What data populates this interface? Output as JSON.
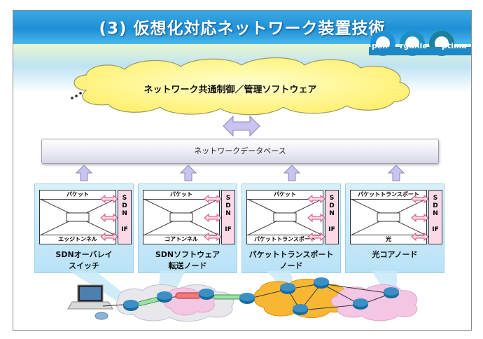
{
  "slide": {
    "title": "(3) 仮想化対応ネットワーク装置技術",
    "logo": {
      "text_1": "pen",
      "text_2": "rganic",
      "text_3": "ptima"
    }
  },
  "cloud": {
    "label": "ネットワーク共通制御／管理ソフトウェア"
  },
  "database": {
    "label": "ネットワークデータベース"
  },
  "nodes": [
    {
      "top_label": "パケット",
      "bottom_label": "エッジトンネル",
      "sdn": [
        "S",
        "D",
        "N",
        "IF"
      ],
      "label_line1": "SDNオーバレイ",
      "label_line2": "スイッチ"
    },
    {
      "top_label": "パケット",
      "bottom_label": "コアトンネル",
      "sdn": [
        "S",
        "D",
        "N",
        "IF"
      ],
      "label_line1": "SDNソフトウェア",
      "label_line2": "転送ノード"
    },
    {
      "top_label": "パケット",
      "bottom_label": "パケットトランスポート",
      "sdn": [
        "S",
        "D",
        "N",
        "IF"
      ],
      "label_line1": "パケットトランスポート",
      "label_line2": "ノード"
    },
    {
      "top_label": "パケットトランスポート",
      "bottom_label": "光",
      "sdn": [
        "S",
        "D",
        "N",
        "IF"
      ],
      "label_line1": "光コアノード",
      "label_line2": ""
    }
  ],
  "colors": {
    "banner": "#1f8fd6",
    "cloud_fill": "#ffff99",
    "db_fill": "#e9e9f3",
    "node_fill": "#c9e9f8",
    "sdn_fill": "#fbd9e6",
    "arrow_fill": "#c9c4ef",
    "router": "#1a6b9c",
    "orange_cloud": "#f7b733",
    "pink_cloud": "#f3c6e3"
  }
}
